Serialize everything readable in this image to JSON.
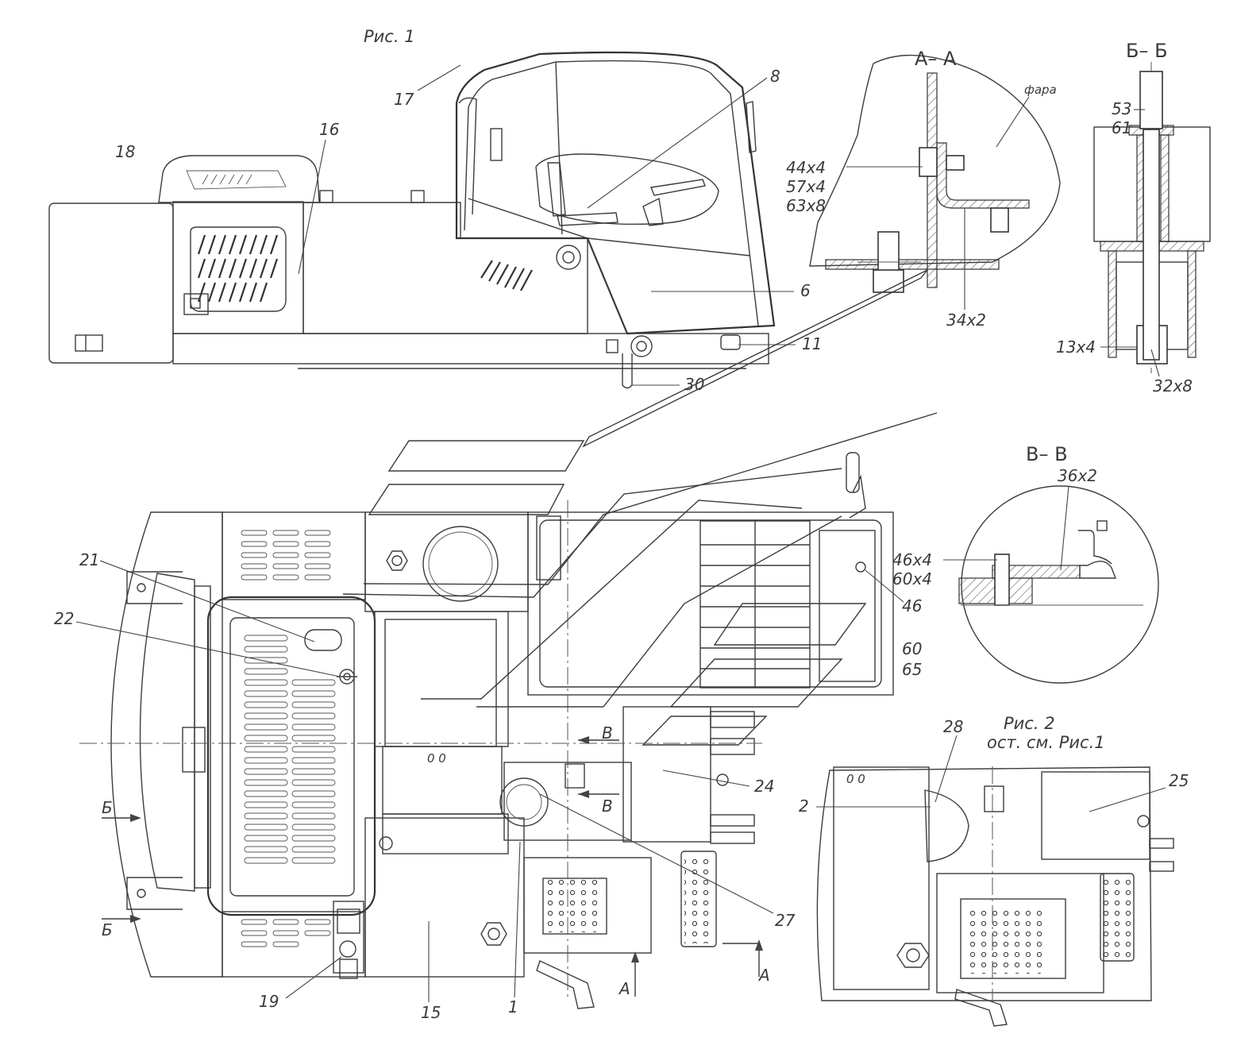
{
  "figure_titles": {
    "fig1": "Рис. 1",
    "fig2_line1": "Рис. 2",
    "fig2_line2": "ост. см. Рис.1"
  },
  "sections": {
    "aa": "А– А",
    "bb": "Б– Б",
    "vv": "В– В"
  },
  "section_marks": {
    "a": "А",
    "b": "Б",
    "v": "В"
  },
  "notes": {
    "fara": "фара"
  },
  "part_numbers": {
    "p1": "1",
    "p2": "2",
    "p6": "6",
    "p8": "8",
    "p11": "11",
    "p15": "15",
    "p16": "16",
    "p17": "17",
    "p18": "18",
    "p19": "19",
    "p21": "21",
    "p22": "22",
    "p24": "24",
    "p25": "25",
    "p27": "27",
    "p28": "28",
    "p30": "30",
    "p46": "46",
    "p60": "60",
    "p65": "65",
    "p53": "53",
    "p61": "61"
  },
  "fasteners": {
    "aa_1": "44x4",
    "aa_2": "57x4",
    "aa_3": "63x8",
    "aa_4": "34x2",
    "bb_1": "13x4",
    "bb_2": "32x8",
    "vv_1": "36x2",
    "vv_2": "46x4",
    "vv_3": "60x4"
  },
  "icons": [
    "slot-grille-icon",
    "perforated-step-icon",
    "bolt-icon",
    "mirror-icon"
  ],
  "colors": {
    "line": "#3c3c3c",
    "background": "#ffffff"
  }
}
